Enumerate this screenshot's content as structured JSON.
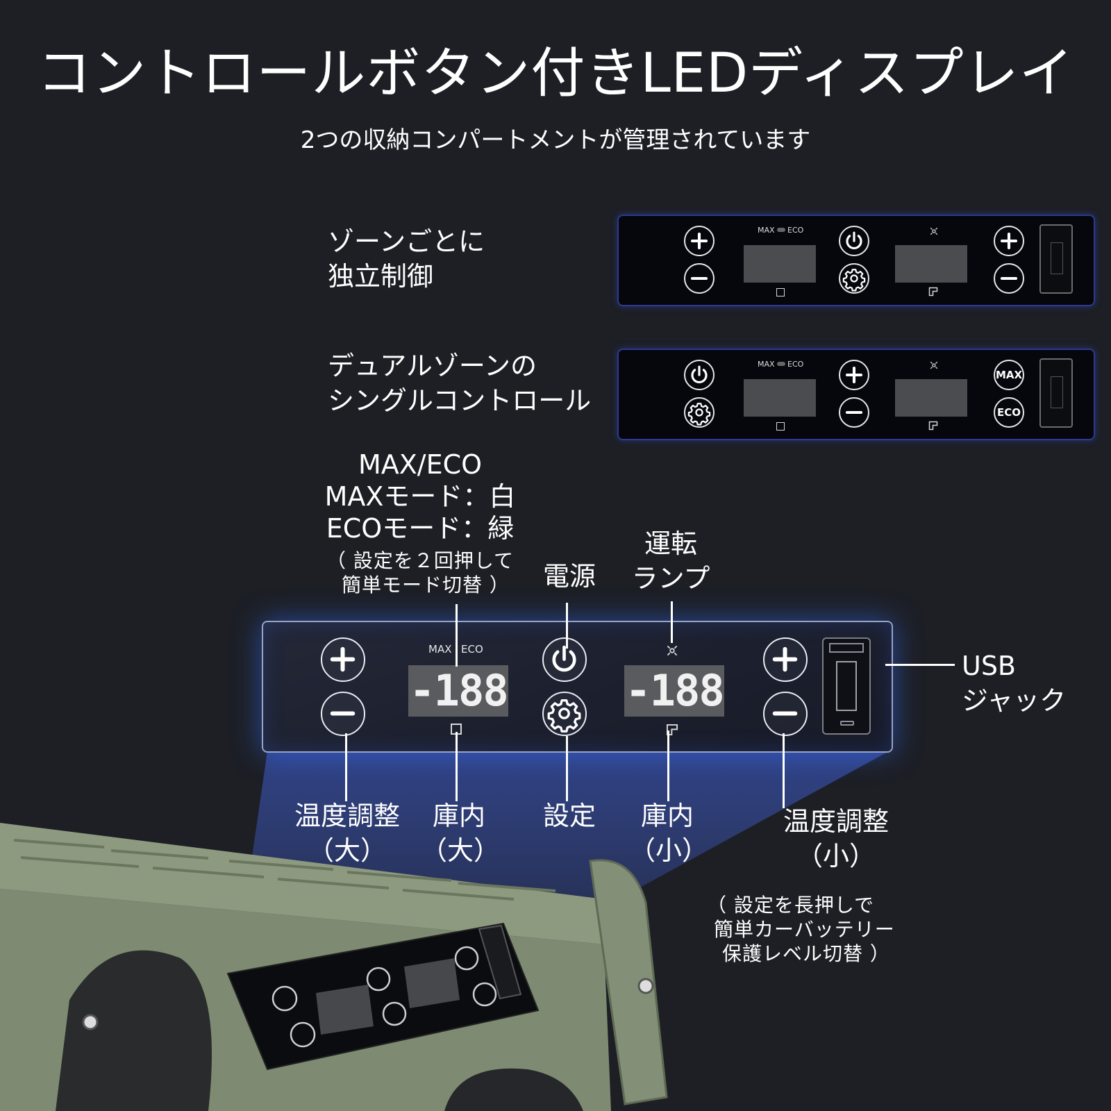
{
  "header": {
    "title": "コントロールボタン付きLEDディスプレイ",
    "subtitle": "2つの収納コンパートメントが管理されています"
  },
  "rows": [
    {
      "line1": "ゾーンごとに",
      "line2": "独立制御"
    },
    {
      "line1": "デュアルゾーンの",
      "line2": "シングルコントロール"
    }
  ],
  "panel_text": {
    "max": "MAX",
    "eco": "ECO",
    "max_btn": "MAX",
    "eco_btn": "ECO",
    "display_value": "-188"
  },
  "callouts": {
    "maxeco_title": "MAX/ECO",
    "max_mode": "MAXモード：白",
    "eco_mode": "ECOモード：緑",
    "maxeco_note1": "（ 設定を２回押して",
    "maxeco_note2": "簡単モード切替 ）",
    "power": "電源",
    "run_lamp1": "運転",
    "run_lamp2": "ランプ",
    "usb1": "USB",
    "usb2": "ジャック",
    "temp_large1": "温度調整",
    "temp_large2": "（大）",
    "inside_large1": "庫内",
    "inside_large2": "（大）",
    "settings": "設定",
    "inside_small1": "庫内",
    "inside_small2": "（小）",
    "temp_small1": "温度調整",
    "temp_small2": "（小）",
    "battery_note1": "（ 設定を長押しで",
    "battery_note2": "簡単カーバッテリー",
    "battery_note3": "保護レベル切替 ）"
  },
  "colors": {
    "background": "#1d1f25",
    "fridge_body": "#8e9a80",
    "panel_glow": "#3c6cff"
  }
}
